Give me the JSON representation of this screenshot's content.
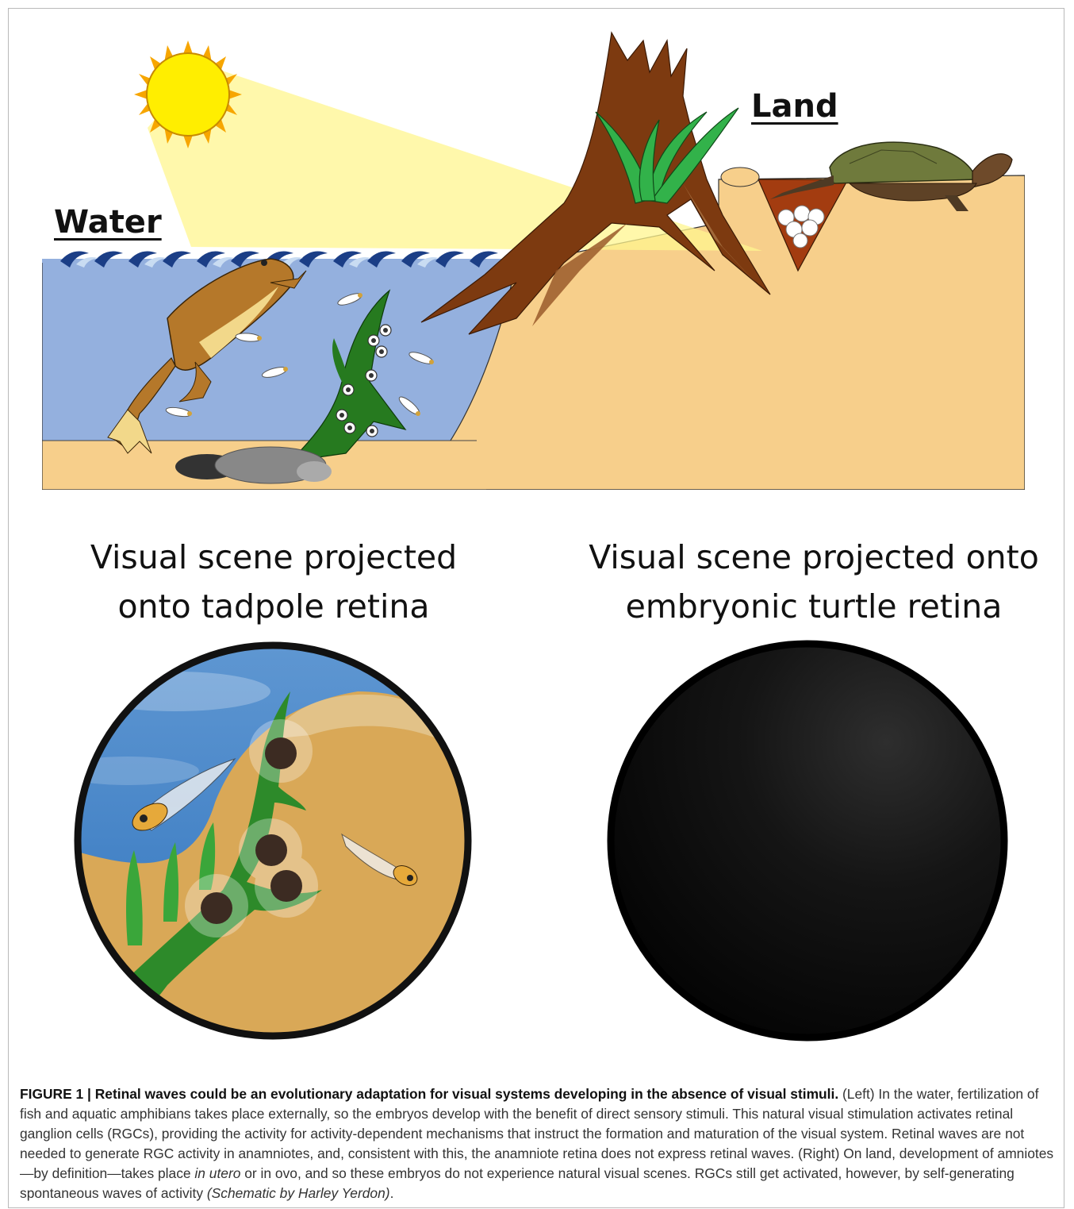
{
  "scene": {
    "water_label": "Water",
    "land_label": "Land"
  },
  "panels": {
    "left_heading_line1": "Visual scene projected",
    "left_heading_line2": "onto tadpole retina",
    "right_heading_line1": "Visual scene projected onto",
    "right_heading_line2": "embryonic turtle retina"
  },
  "caption": {
    "figure_label": "FIGURE 1 | ",
    "title": "Retinal waves could be an evolutionary adaptation for visual systems developing in the absence of visual stimuli.",
    "text_part1": " (Left) In the water, fertilization of fish and aquatic amphibians takes place externally, so the embryos develop with the benefit of direct sensory stimuli. This natural visual stimulation activates retinal ganglion cells (RGCs), providing the activity for activity-dependent mechanisms that instruct the formation and maturation of the visual system. Retinal waves are not needed to generate RGC activity in anamniotes, and, consistent with this, the anamniote retina does not express retinal waves. (Right) On land, development of amniotes—by definition—takes place ",
    "in_utero": "in utero",
    "text_part2": " or in ovo, and so these embryos do not experience natural visual scenes. RGCs still get activated, however, by self-generating spontaneous waves of activity ",
    "credit": "(Schematic by Harley Yerdon)",
    "end": "."
  },
  "colors": {
    "water": "#94b0de",
    "sand": "#f7cf8b",
    "sun": "#ffee00",
    "sun_rays": "#f7a600",
    "plant": "#267a1f",
    "grass": "#32b24a",
    "trunk": "#7d3a10",
    "nest": "#a33c10",
    "turtle_shell": "#6f7a3c",
    "frog": "#b5782a",
    "retina_water": "#3d7fc3",
    "retina_sand": "#d9a857",
    "retina_dark": "#111111"
  }
}
